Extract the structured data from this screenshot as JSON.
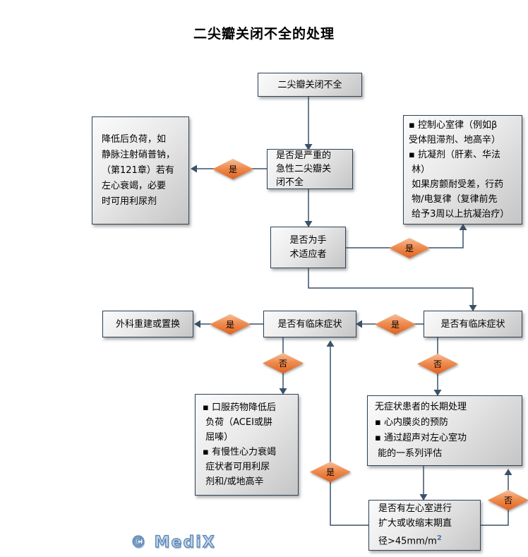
{
  "title": "二尖瓣关闭不全的处理",
  "watermark": "© MediX",
  "decisions": {
    "yes": "是",
    "no": "否"
  },
  "nodes": {
    "mitral_regurgitation": {
      "lines": [
        "二尖瓣关闭不全"
      ]
    },
    "severe_acute": {
      "lines": [
        "是否是严重的",
        "急性二尖瓣关",
        "闭不全"
      ]
    },
    "reduce_afterload_iv": {
      "lines": [
        "降低后负荷，如",
        "静脉注射硝普钠，",
        "（第121章）若有",
        "左心衰竭，必要",
        "时可用利尿剂"
      ]
    },
    "rate_control": {
      "lines": [
        "▪ 控制心室律（例如β",
        "受体阻滞剂、地高辛）",
        "▪ 抗凝剂（肝素、华法",
        " 林）",
        " 如果房颤耐受差，行药",
        " 物/电复律（复律前先",
        " 给予3周以上抗凝治疗）"
      ]
    },
    "surgical_candidate": {
      "lines": [
        "是否为手",
        "术适应者"
      ]
    },
    "surgical_repair": {
      "lines": [
        "外科重建或置换"
      ]
    },
    "clinical_symptoms_left": {
      "lines": [
        "是否有临床症状"
      ]
    },
    "clinical_symptoms_right": {
      "lines": [
        "是否有临床症状"
      ]
    },
    "oral_therapy": {
      "lines": [
        "▪ 口服药物降低后",
        " 负荷（ACEI或肼",
        " 屈嗪）",
        "▪ 有慢性心力衰竭",
        " 症状者可用利尿",
        " 剂和/或地高辛"
      ]
    },
    "asymptomatic_management": {
      "lines": [
        "无症状患者的长期处理",
        "▪ 心内膜炎的预防",
        "▪ 通过超声对左心室功",
        " 能的一系列评估"
      ]
    },
    "lv_dilation": {
      "lines": [
        "是否有左心室进行",
        "扩大或收缩末期直"
      ],
      "last_line_prefix": "径>45mm/m",
      "superscript": "2"
    }
  },
  "colors": {
    "box_border": "#2e4257",
    "connector": "#3a5269",
    "diamond_top": "#f7bd97",
    "diamond_bottom": "#e0621f",
    "watermark_fill": "#bcd2ea",
    "watermark_outline": "#5580b0"
  }
}
